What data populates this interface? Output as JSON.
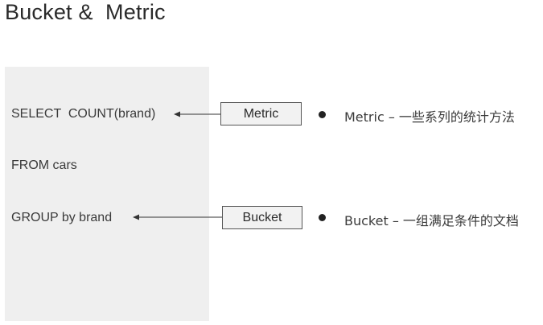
{
  "title": "Bucket &  Metric",
  "sql": {
    "line1": "SELECT  COUNT(brand)",
    "line2": "FROM cars",
    "line3": "GROUP by brand"
  },
  "tags": {
    "metric": "Metric",
    "bucket": "Bucket"
  },
  "descriptions": {
    "metric": "Metric – 一些系列的统计方法",
    "bucket": "Bucket – 一组满足条件的文档"
  }
}
